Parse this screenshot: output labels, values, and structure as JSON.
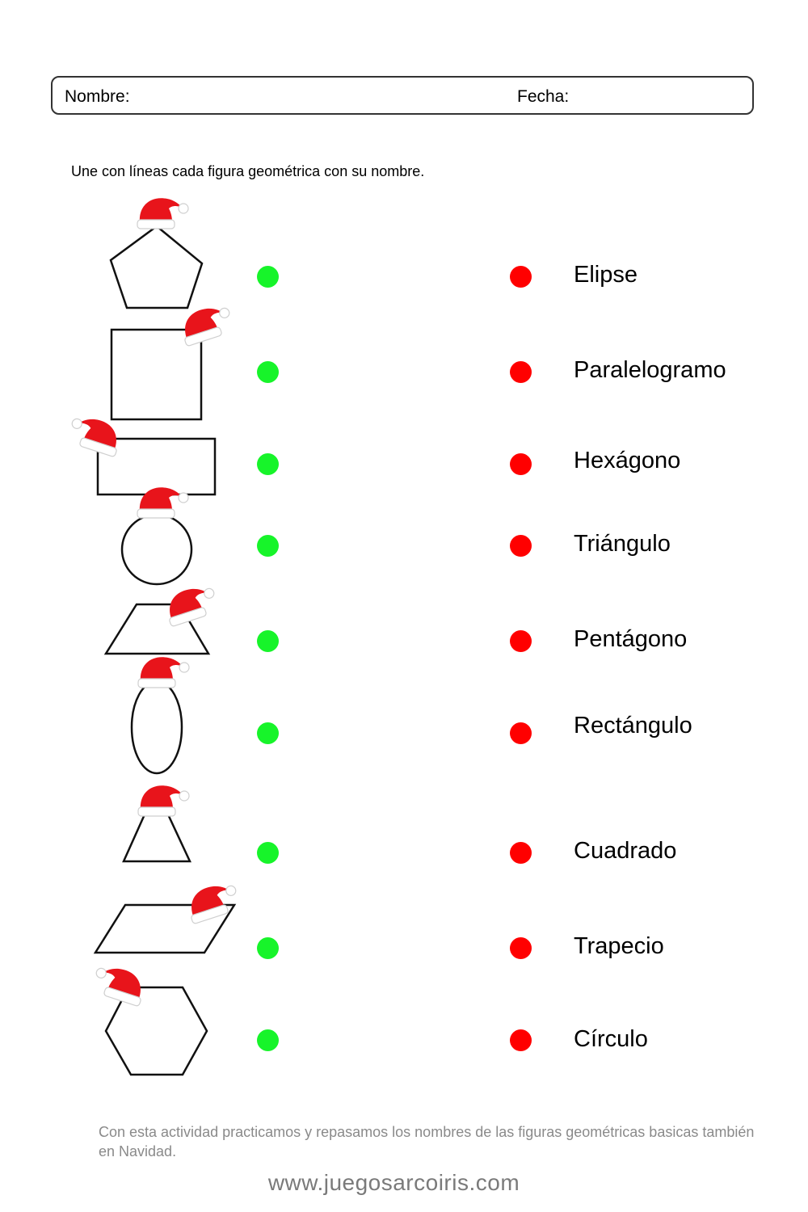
{
  "header": {
    "name_label": "Nombre:",
    "date_label": "Fecha:"
  },
  "instruction": "Une con líneas cada figura geométrica con su nombre.",
  "shapes": [
    "pentagon",
    "square",
    "rectangle",
    "circle",
    "trapezoid",
    "ellipse",
    "triangle",
    "parallelogram",
    "hexagon"
  ],
  "names": [
    "Elipse",
    "Paralelogramo",
    "Hexágono",
    "Triángulo",
    "Pentágono",
    "Rectángulo",
    "Cuadrado",
    "Trapecio",
    "Círculo"
  ],
  "colors": {
    "left_dot": "#17f42a",
    "right_dot": "#ff0000",
    "hat": "#e8141b",
    "footer_text": "#8a8a8a"
  },
  "icons": [
    "santa-hat-icon",
    "green-dot",
    "red-dot"
  ],
  "footer": {
    "note": "Con esta actividad practicamos y repasamos los nombres de las figuras geométricas basicas también en Navidad.",
    "website": "www.juegosarcoiris.com"
  }
}
